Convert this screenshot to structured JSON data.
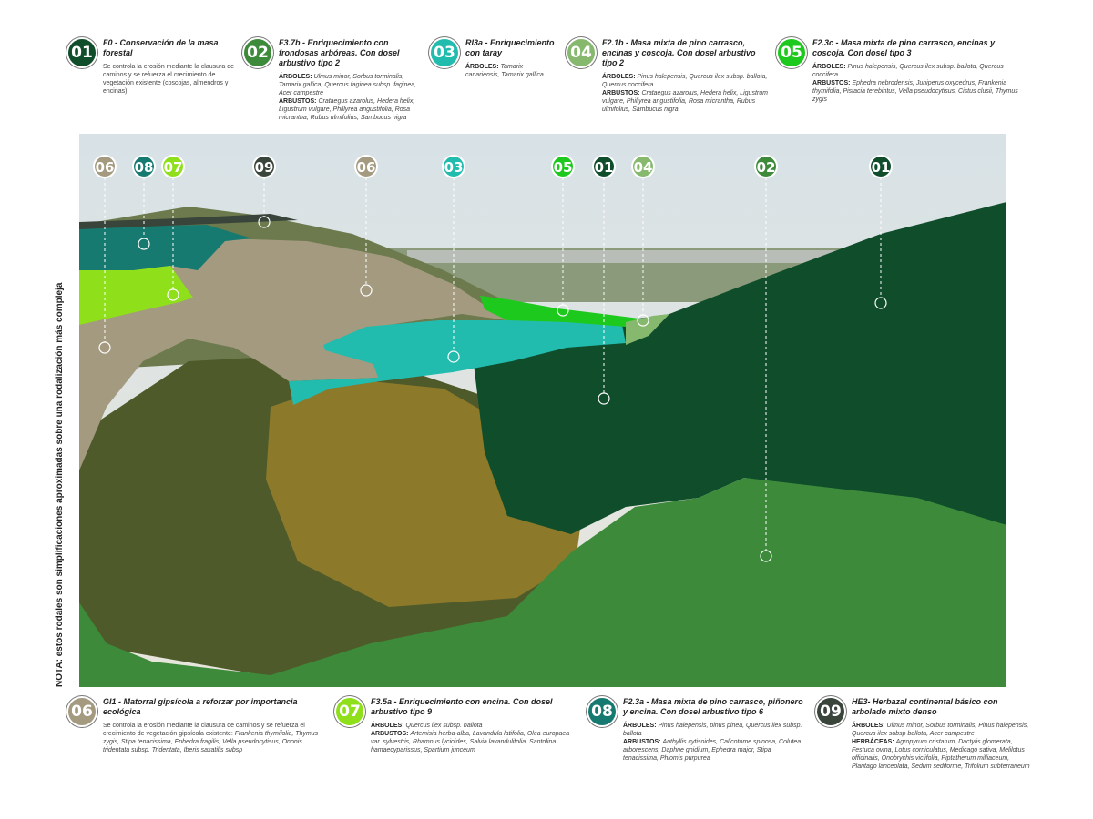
{
  "note": "NOTA: estos rodales son simplificaciones aproximadas sobre una rodalización más compleja",
  "legend": [
    {
      "num": "01",
      "color": "#0f4d2b",
      "title": "F0 - Conservación de la masa forestal",
      "desc": "Se  controla la erosión mediante la clausura de caminos y se refuerza el crecimiento de vegetación existente (coscojas, almendros y encinas)",
      "sections": []
    },
    {
      "num": "02",
      "color": "#3d8a3a",
      "title": "F3.7b - Enriquecimiento con frondosas arbóreas. Con dosel arbustivo tipo 2",
      "sections": [
        {
          "label": "ÁRBOLES:",
          "text": "Ulmus minor, Sorbus torminalis, Tamarix gallica, Quercus faginea subsp. faginea, Acer campestre"
        },
        {
          "label": "ARBUSTOS:",
          "text": "Crataegus azarolus, Hedera helix, Ligustrum vulgare, Phillyrea angustifolia, Rosa micrantha, Rubus ulmifolius, Sambucus nigra"
        }
      ]
    },
    {
      "num": "03",
      "color": "#22bcae",
      "title": "RI3a - Enriquecimiento con taray",
      "sections": [
        {
          "label": "ÁRBOLES:",
          "text": "Tamarix canariensis, Tamarix gallica"
        }
      ]
    },
    {
      "num": "04",
      "color": "#86b86e",
      "title": "F2.1b - Masa mixta de pino carrasco, encinas y coscoja. Con dosel arbustivo tipo 2",
      "sections": [
        {
          "label": "ÁRBOLES:",
          "text": "Pinus halepensis, Quercus ilex subsp. ballota, Quercus coccifera"
        },
        {
          "label": "ARBUSTOS:",
          "text": "Crataegus azarolus, Hedera helix, Ligustrum vulgare, Phillyrea angustifolia, Rosa micrantha, Rubus ulmifolius, Sambucus nigra"
        }
      ]
    },
    {
      "num": "05",
      "color": "#1ec91e",
      "title": "F2.3c - Masa mixta de pino carrasco, encinas y coscoja. Con dosel tipo 3",
      "sections": [
        {
          "label": "ÁRBOLES:",
          "text": "Pinus halepensis, Quercus ilex subsp. ballota, Quercus coccifera"
        },
        {
          "label": "ARBUSTOS:",
          "text": "Ephedra nebrodensis, Juniperus oxycedrus, Frankenia thymifolia, Pistacia terebintus, Vella pseudocytisus, Cistus clusii, Thymus zygis"
        }
      ]
    },
    {
      "num": "06",
      "color": "#a39a80",
      "title": "GI1 - Matorral gipsícola a reforzar por importancia ecológica",
      "desc": "Se  controla la erosión mediante la clausura de caminos y se refuerza el crecimiento de vegetación gipsícola existente:",
      "descItal": "Frankenia thymifolia, Thymus zygis, Stipa tenacissima, Ephedra fragilis, Vella pseudocytisus, Ononis tridentata subsp. Tridentata, Iberis saxatilis subsp",
      "sections": []
    },
    {
      "num": "07",
      "color": "#8fe01a",
      "title": "F3.5a - Enriquecimiento con encina. Con dosel arbustivo tipo 9",
      "sections": [
        {
          "label": "ÁRBOLES:",
          "text": "Quercus ilex subsp. ballota"
        },
        {
          "label": "ARBUSTOS:",
          "text": "Artemisia herba-alba, Lavandula latifolia, Olea europaea var. sylvestris, Rhamnus lycioides, Salvia lavandulifolia, Santolina hamaecyparissus, Spartium junceum"
        }
      ]
    },
    {
      "num": "08",
      "color": "#177a70",
      "title": "F2.3a - Masa mixta de pino carrasco, piñonero y encina. Con dosel arbustivo tipo 6",
      "sections": [
        {
          "label": "ÁRBOLES:",
          "text": "Pinus halepensis, pinus pinea, Quercus ilex subsp. ballota"
        },
        {
          "label": "ARBUSTOS:",
          "text": "Anthyllis cytisoides, Calicotome spinosa, Colutea arborescens, Daphne gnidium, Ephedra major, Stipa tenacissima, Phlomis purpurea"
        }
      ]
    },
    {
      "num": "09",
      "color": "#39443a",
      "title": "HE3- Herbazal continental básico con arbolado mixto denso",
      "sections": [
        {
          "label": "ÁRBOLES:",
          "text": "Ulmus minor, Sorbus torminalis, Pinus halepensis, Quercus ilex subsp ballota, Acer campestre"
        },
        {
          "label": "HERBÁCEAS:",
          "text": "Agropyrum cristatum, Dactylis glomerata, Festuca ovina, Lotus corniculatus, Medicago sativa, Melilotus officinalis, Onobrychis viciifolia, Piptatherum milliaceum, Plantago lanceolata, Sedum sediforme, Trifolium subterraneum"
        }
      ]
    }
  ],
  "markers": [
    "06",
    "08",
    "07",
    "09",
    "06",
    "03",
    "05",
    "01",
    "04",
    "02",
    "01"
  ]
}
